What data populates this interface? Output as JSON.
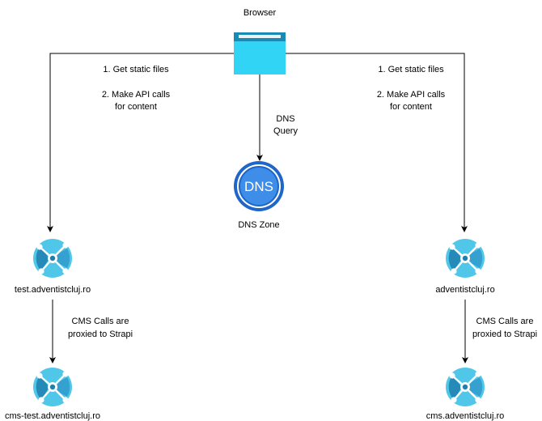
{
  "colors": {
    "browser_body": "#32D4F5",
    "browser_bar": "#198AB3",
    "app_service_light": "#50C7E8",
    "app_service_dark": "#1E7FB0",
    "dns_outer": "#1E66C8",
    "dns_inner": "#3E8DE8",
    "edge": "#000000"
  },
  "nodes": {
    "browser": {
      "label": "Browser",
      "icon": "browser-window-icon"
    },
    "dns_zone": {
      "label": "DNS Zone",
      "icon": "dns-zone-icon",
      "icon_text": "DNS"
    },
    "test_site": {
      "label": "test.adventistcluj.ro",
      "icon": "app-service-icon"
    },
    "prod_site": {
      "label": "adventistcluj.ro",
      "icon": "app-service-icon"
    },
    "cms_test": {
      "label": "cms-test.adventistcluj.ro",
      "icon": "app-service-icon"
    },
    "cms_prod": {
      "label": "cms.adventistcluj.ro",
      "icon": "app-service-icon"
    }
  },
  "edges": {
    "to_test": {
      "line1": "1. Get static files",
      "line2": "2. Make API calls",
      "line3": "for content"
    },
    "to_prod": {
      "line1": "1. Get static files",
      "line2": "2. Make API calls",
      "line3": "for content"
    },
    "dns_query": {
      "line1": "DNS",
      "line2": "Query"
    },
    "cms_test": {
      "line1": "CMS Calls are",
      "line2": "proxied to Strapi"
    },
    "cms_prod": {
      "line1": "CMS Calls are",
      "line2": "proxied to Strapi"
    }
  }
}
